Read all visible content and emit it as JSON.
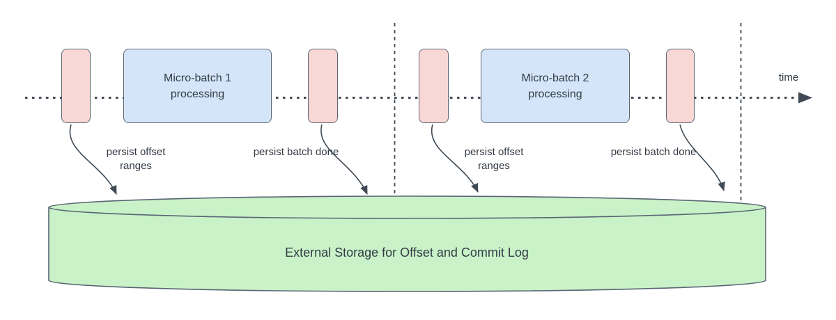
{
  "colors": {
    "stroke": "#5a6572",
    "line": "#3f4a55",
    "text": "#333b44",
    "pink_fill": "#f9d7d4",
    "blue_fill": "#d4e5f9",
    "green_fill": "#c9f2c9",
    "bg": "#ffffff"
  },
  "timeline": {
    "label": "time"
  },
  "batches": [
    {
      "title": "Micro-batch 1 processing"
    },
    {
      "title": "Micro-batch 2 processing"
    }
  ],
  "annotations": [
    {
      "text": "persist offset ranges"
    },
    {
      "text": "persist batch done"
    },
    {
      "text": "persist offset ranges"
    },
    {
      "text": "persist batch done"
    }
  ],
  "storage": {
    "label": "External Storage for Offset and Commit Log"
  }
}
